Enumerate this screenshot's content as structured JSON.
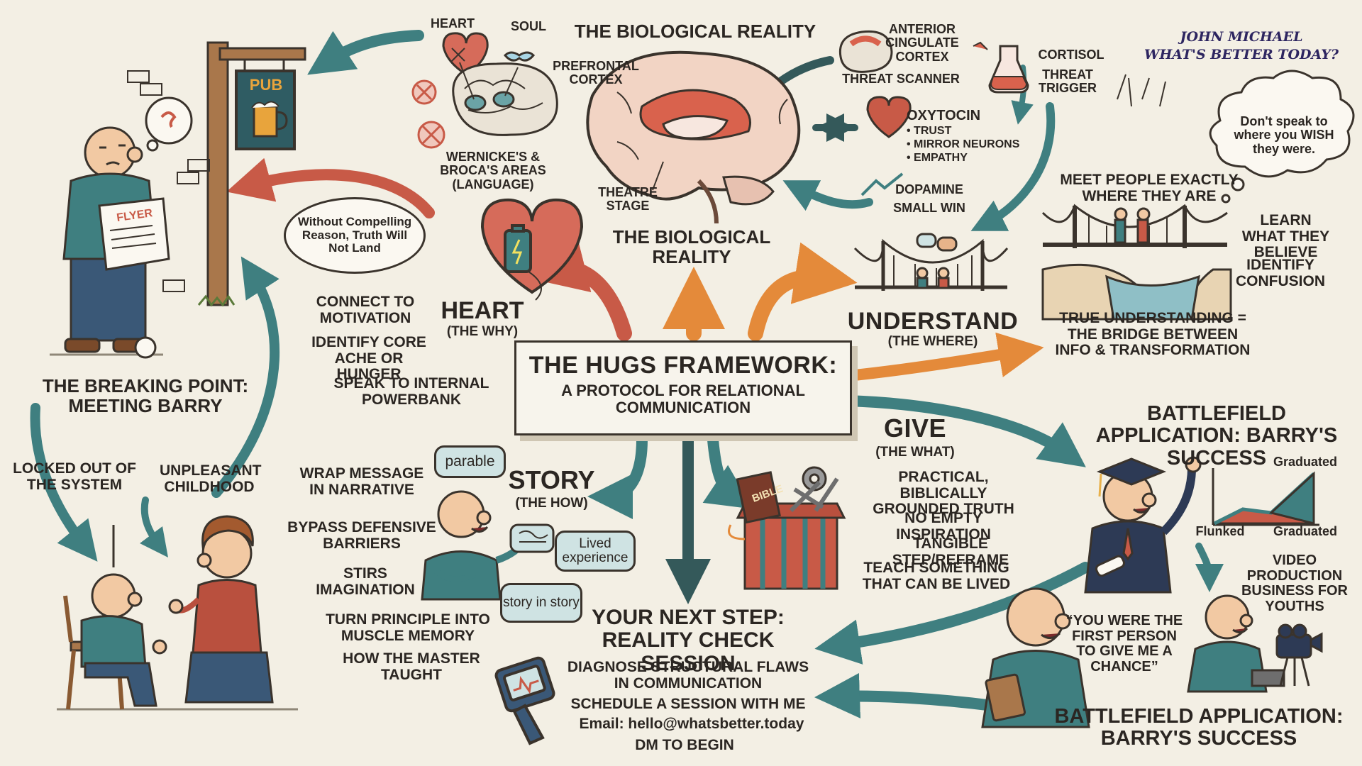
{
  "author": {
    "name": "John Michael",
    "tagline": "What's Better Today?"
  },
  "center": {
    "title": "The HUGS Framework:",
    "subtitle": "A Protocol for Relational Communication"
  },
  "biology": {
    "title": "The Biological Reality",
    "center_label": "The Biological Reality",
    "heart_label": "Heart",
    "soul_label": "Soul",
    "prefrontal": "Prefrontal Cortex",
    "wernicke": "Wernicke's & Broca's Areas (Language)",
    "theatre": "Theatre Stage",
    "acc": "Anterior Cingulate Cortex",
    "acc_sub": "Threat Scanner",
    "cortisol": "Cortisol",
    "cortisol_sub": "Threat Trigger",
    "oxytocin": "Oxytocin",
    "oxytocin_items": [
      "Trust",
      "Mirror Neurons",
      "Empathy"
    ],
    "dopamine": "Dopamine",
    "dopamine_sub": "Small Win"
  },
  "breaking_point": {
    "title_line1": "The Breaking Point:",
    "title_line2": "Meeting Barry",
    "pub_sign": "PUB",
    "flyer": "FLYER",
    "locked_out": "Locked out of the system",
    "childhood": "Unpleasant childhood"
  },
  "heart": {
    "title": "Heart",
    "subtitle": "(The Why)",
    "bubble": "Without Compelling Reason, Truth Will Not Land",
    "items": [
      "Connect to Motivation",
      "Identify core ache or hunger",
      "Speak to internal powerbank"
    ]
  },
  "understand": {
    "title": "Understand",
    "subtitle": "(The Where)",
    "bubble": "Don't speak to where you WISH they were.",
    "meet": "Meet people exactly where they are",
    "learn": "Learn what they believe",
    "identify": "Identify confusion",
    "truth": "True understanding = the bridge between info & transformation"
  },
  "story": {
    "title": "Story",
    "subtitle": "(The How)",
    "tag_parable": "parable",
    "tag_lived": "Lived experience",
    "tag_story": "story in story",
    "items": [
      "Wrap message in narrative",
      "Bypass defensive barriers",
      "Stirs imagination",
      "Turn principle into muscle memory",
      "How the Master taught"
    ]
  },
  "give": {
    "title": "Give",
    "subtitle": "(The What)",
    "bible": "BIBLE",
    "items": [
      "Practical, biblically grounded truth",
      "No empty inspiration",
      "Tangible step/reframe",
      "Teach something that can be lived"
    ]
  },
  "next_step": {
    "title_line1": "Your Next Step:",
    "title_line2": "Reality Check Session",
    "items": [
      "Diagnose structural flaws in communication",
      "Schedule a session with me",
      "Email: hello@whatsbetter.today",
      "DM to begin"
    ]
  },
  "battlefield": {
    "title_top": "Battlefield Application: Barry's Success",
    "title_bottom": "Battlefield Application: Barry's Success",
    "chart_graduated_top": "Graduated",
    "chart_flunked": "Flunked",
    "chart_graduated": "Graduated",
    "video": "Video production business for youths",
    "quote": "“You were the first person to give me a chance”"
  },
  "colors": {
    "teal": "#3f7f80",
    "red": "#c85a47",
    "orange": "#e48a3a",
    "ink": "#3a332c",
    "paper": "#f3efe4"
  }
}
